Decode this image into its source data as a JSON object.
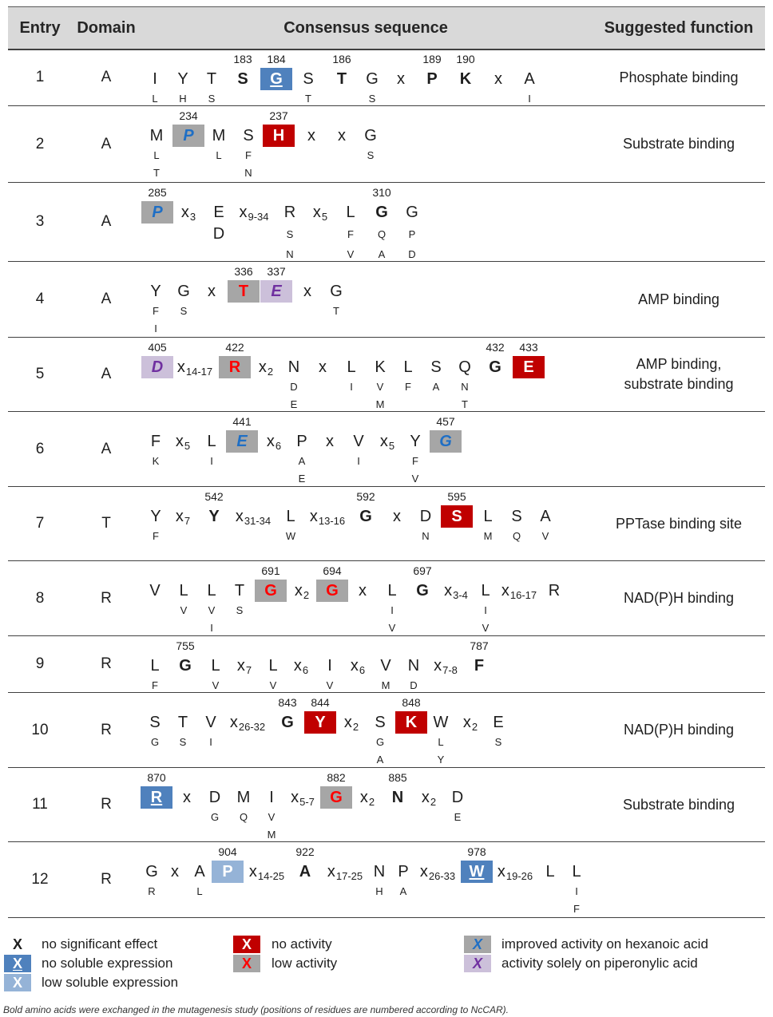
{
  "header": {
    "entry": "Entry",
    "domain": "Domain",
    "sequence": "Consensus sequence",
    "function": "Suggested function"
  },
  "rows": [
    {
      "entry": "1",
      "domain": "A",
      "function": [
        "Phosphate binding"
      ],
      "residues": [
        {
          "t": "I",
          "alt": [
            "L"
          ]
        },
        {
          "t": "Y",
          "alt": [
            "H"
          ]
        },
        {
          "t": "T",
          "alt": [
            "S"
          ]
        },
        {
          "t": "S",
          "pos": "183"
        },
        {
          "t": "G",
          "pos": "184",
          "mark": "no-soluble-expression"
        },
        {
          "t": "S",
          "alt": [
            "T"
          ]
        },
        {
          "t": "T",
          "pos": "186"
        },
        {
          "t": "G",
          "alt": [
            "S"
          ]
        },
        {
          "t": "x"
        },
        {
          "t": "P",
          "pos": "189"
        },
        {
          "t": "K",
          "pos": "190"
        },
        {
          "t": "x"
        },
        {
          "t": "A",
          "alt": [
            "I"
          ]
        }
      ]
    },
    {
      "entry": "2",
      "domain": "A",
      "function": [
        "Substrate binding"
      ],
      "residues": [
        {
          "t": "M",
          "alt": [
            "L",
            "T"
          ]
        },
        {
          "t": "P",
          "pos": "234",
          "mark": "improved-hexanoic"
        },
        {
          "t": "M",
          "alt": [
            "L"
          ]
        },
        {
          "t": "S",
          "alt": [
            "F",
            "N"
          ]
        },
        {
          "t": "H",
          "pos": "237",
          "mark": "no-activity"
        },
        {
          "t": "x"
        },
        {
          "t": "x"
        },
        {
          "t": "G",
          "alt": [
            "S"
          ]
        }
      ]
    },
    {
      "entry": "3",
      "domain": "A",
      "function": [],
      "residues": [
        {
          "t": "P",
          "pos": "285",
          "mark": "improved-hexanoic"
        },
        {
          "t": "x",
          "sub": "3"
        },
        {
          "t": "E",
          "alt": [
            "D"
          ]
        },
        {
          "t": "x",
          "sub": "9-34"
        },
        {
          "t": "R",
          "alt": [
            "S",
            "N"
          ]
        },
        {
          "t": "x",
          "sub": "5"
        },
        {
          "t": "L",
          "alt": [
            "F",
            "V"
          ]
        },
        {
          "t": "G",
          "pos": "310",
          "alt": [
            "Q",
            "A"
          ]
        },
        {
          "t": "G",
          "alt": [
            "P",
            "D"
          ]
        }
      ]
    },
    {
      "entry": "4",
      "domain": "A",
      "function": [
        "AMP binding"
      ],
      "residues": [
        {
          "t": "Y",
          "alt": [
            "F",
            "I"
          ]
        },
        {
          "t": "G",
          "alt": [
            "S"
          ]
        },
        {
          "t": "x"
        },
        {
          "t": "T",
          "pos": "336",
          "mark": "low-activity"
        },
        {
          "t": "E",
          "pos": "337",
          "mark": "piperonylic-only"
        },
        {
          "t": "x"
        },
        {
          "t": "G",
          "alt": [
            "T"
          ]
        }
      ]
    },
    {
      "entry": "5",
      "domain": "A",
      "function": [
        "AMP binding,",
        "substrate binding"
      ],
      "residues": [
        {
          "t": "D",
          "pos": "405",
          "mark": "piperonylic-only"
        },
        {
          "t": "x",
          "sub": "14-17"
        },
        {
          "t": "R",
          "pos": "422",
          "mark": "low-activity"
        },
        {
          "t": "x",
          "sub": "2"
        },
        {
          "t": "N",
          "alt": [
            "D",
            "E"
          ]
        },
        {
          "t": "x"
        },
        {
          "t": "L",
          "alt": [
            "I"
          ]
        },
        {
          "t": "K",
          "alt": [
            "V",
            "M"
          ]
        },
        {
          "t": "L",
          "alt": [
            "F"
          ]
        },
        {
          "t": "S",
          "alt": [
            "A"
          ]
        },
        {
          "t": "Q",
          "alt": [
            "N",
            "T"
          ]
        },
        {
          "t": "G",
          "pos": "432"
        },
        {
          "t": "E",
          "pos": "433",
          "mark": "no-activity"
        }
      ]
    },
    {
      "entry": "6",
      "domain": "A",
      "function": [],
      "residues": [
        {
          "t": "F",
          "alt": [
            "K"
          ]
        },
        {
          "t": "x",
          "sub": "5"
        },
        {
          "t": "L",
          "alt": [
            "I"
          ]
        },
        {
          "t": "E",
          "pos": "441",
          "mark": "improved-hexanoic"
        },
        {
          "t": "x",
          "sub": "6"
        },
        {
          "t": "P",
          "alt": [
            "A",
            "E"
          ]
        },
        {
          "t": "x"
        },
        {
          "t": "V",
          "alt": [
            "I"
          ]
        },
        {
          "t": "x",
          "sub": "5"
        },
        {
          "t": "Y",
          "alt": [
            "F",
            "V"
          ]
        },
        {
          "t": "G",
          "pos": "457",
          "mark": "improved-hexanoic"
        }
      ]
    },
    {
      "entry": "7",
      "domain": "T",
      "function": [
        "PPTase binding site"
      ],
      "residues": [
        {
          "t": "Y",
          "alt": [
            "F"
          ]
        },
        {
          "t": "x",
          "sub": "7"
        },
        {
          "t": "Y",
          "pos": "542"
        },
        {
          "t": "x",
          "sub": "31-34"
        },
        {
          "t": "L",
          "alt": [
            "W"
          ]
        },
        {
          "t": "x",
          "sub": "13-16"
        },
        {
          "t": "G",
          "pos": "592"
        },
        {
          "t": "x"
        },
        {
          "t": "D",
          "alt": [
            "N"
          ]
        },
        {
          "t": "S",
          "pos": "595",
          "mark": "no-activity"
        },
        {
          "t": "L",
          "alt": [
            "M"
          ]
        },
        {
          "t": "S",
          "alt": [
            "Q"
          ]
        },
        {
          "t": "A",
          "alt": [
            "V"
          ]
        }
      ]
    },
    {
      "entry": "8",
      "domain": "R",
      "function": [
        "NAD(P)H binding"
      ],
      "residues": [
        {
          "t": "V"
        },
        {
          "t": "L",
          "alt": [
            "V"
          ]
        },
        {
          "t": "L",
          "alt": [
            "V",
            "I"
          ]
        },
        {
          "t": "T",
          "alt": [
            "S"
          ]
        },
        {
          "t": "G",
          "pos": "691",
          "mark": "low-activity"
        },
        {
          "t": "x",
          "sub": "2"
        },
        {
          "t": "G",
          "pos": "694",
          "mark": "low-activity"
        },
        {
          "t": "x"
        },
        {
          "t": "L",
          "alt": [
            "I",
            "V"
          ]
        },
        {
          "t": "G",
          "pos": "697"
        },
        {
          "t": "x",
          "sub": "3-4"
        },
        {
          "t": "L",
          "alt": [
            "I",
            "V"
          ]
        },
        {
          "t": "x",
          "sub": "16-17"
        },
        {
          "t": "R"
        }
      ]
    },
    {
      "entry": "9",
      "domain": "R",
      "function": [],
      "residues": [
        {
          "t": "L",
          "alt": [
            "F"
          ]
        },
        {
          "t": "G",
          "pos": "755"
        },
        {
          "t": "L",
          "alt": [
            "V"
          ]
        },
        {
          "t": "x",
          "sub": "7"
        },
        {
          "t": "L",
          "alt": [
            "V"
          ]
        },
        {
          "t": "x",
          "sub": "6"
        },
        {
          "t": "I",
          "alt": [
            "V"
          ]
        },
        {
          "t": "x",
          "sub": "6"
        },
        {
          "t": "V",
          "alt": [
            "M"
          ]
        },
        {
          "t": "N",
          "alt": [
            "D"
          ]
        },
        {
          "t": "x",
          "sub": "7-8"
        },
        {
          "t": "F",
          "pos": "787"
        }
      ]
    },
    {
      "entry": "10",
      "domain": "R",
      "function": [
        "NAD(P)H binding"
      ],
      "residues": [
        {
          "t": "S",
          "alt": [
            "G"
          ]
        },
        {
          "t": "T",
          "alt": [
            "S"
          ]
        },
        {
          "t": "V",
          "alt": [
            "I"
          ]
        },
        {
          "t": "x",
          "sub": "26-32"
        },
        {
          "t": "G",
          "pos": "843"
        },
        {
          "t": "Y",
          "pos": "844",
          "mark": "no-activity"
        },
        {
          "t": "x",
          "sub": "2"
        },
        {
          "t": "S",
          "alt": [
            "G",
            "A"
          ]
        },
        {
          "t": "K",
          "pos": "848",
          "mark": "no-activity"
        },
        {
          "t": "W",
          "alt": [
            "L",
            "Y"
          ]
        },
        {
          "t": "x",
          "sub": "2"
        },
        {
          "t": "E",
          "alt": [
            "S"
          ]
        }
      ]
    },
    {
      "entry": "11",
      "domain": "R",
      "function": [
        "Substrate binding"
      ],
      "residues": [
        {
          "t": "R",
          "pos": "870",
          "mark": "no-soluble-expression"
        },
        {
          "t": "x"
        },
        {
          "t": "D",
          "alt": [
            "G"
          ]
        },
        {
          "t": "M",
          "alt": [
            "Q"
          ]
        },
        {
          "t": "I",
          "alt": [
            "V",
            "M"
          ]
        },
        {
          "t": "x",
          "sub": "5-7"
        },
        {
          "t": "G",
          "pos": "882",
          "mark": "low-activity"
        },
        {
          "t": "x",
          "sub": "2"
        },
        {
          "t": "N",
          "pos": "885"
        },
        {
          "t": "x",
          "sub": "2"
        },
        {
          "t": "D",
          "alt": [
            "E"
          ]
        }
      ]
    },
    {
      "entry": "12",
      "domain": "R",
      "function": [],
      "residues": [
        {
          "t": "G",
          "alt": [
            "R"
          ]
        },
        {
          "t": "x"
        },
        {
          "t": "A",
          "alt": [
            "L"
          ]
        },
        {
          "t": "P",
          "pos": "904",
          "mark": "low-soluble-expression"
        },
        {
          "t": "x",
          "sub": "14-25"
        },
        {
          "t": "A",
          "pos": "922"
        },
        {
          "t": "x",
          "sub": "17-25"
        },
        {
          "t": "N",
          "alt": [
            "H"
          ]
        },
        {
          "t": "P",
          "alt": [
            "A"
          ]
        },
        {
          "t": "x",
          "sub": "26-33"
        },
        {
          "t": "W",
          "pos": "978",
          "mark": "no-soluble-expression"
        },
        {
          "t": "x",
          "sub": "19-26"
        },
        {
          "t": "L"
        },
        {
          "t": "L",
          "alt": [
            "I",
            "F"
          ]
        }
      ]
    }
  ],
  "legend": [
    {
      "symbol": "X",
      "mark": "no-significant-effect",
      "label": "no significant effect"
    },
    {
      "symbol": "X",
      "mark": "no-soluble-expression",
      "label": "no soluble expression"
    },
    {
      "symbol": "X",
      "mark": "low-soluble-expression",
      "label": "low soluble expression"
    },
    {
      "symbol": "X",
      "mark": "no-activity",
      "label": "no activity"
    },
    {
      "symbol": "X",
      "mark": "low-activity",
      "label": "low activity"
    },
    {
      "symbol": "X",
      "mark": "improved-hexanoic",
      "label": "improved activity on hexanoic acid"
    },
    {
      "symbol": "X",
      "mark": "piperonylic-only",
      "label": "activity solely on piperonylic acid"
    }
  ],
  "colors": {
    "header_bg": "#d9d9d9",
    "no-soluble-expression": {
      "box": "#4f81bd",
      "text": "#ffffff"
    },
    "low-soluble-expression": {
      "box": "#95b3d7",
      "text": "#ffffff"
    },
    "no-activity": {
      "box": "#c00000",
      "text": "#ffffff"
    },
    "low-activity": {
      "box": "#a6a6a6",
      "text": "#ff0000"
    },
    "improved-hexanoic": {
      "box": "#a6a6a6",
      "text": "#1f6fc5"
    },
    "piperonylic-only": {
      "box": "#ccc0da",
      "text": "#7030a0"
    }
  },
  "caption": "Bold amino acids were exchanged in the mutagenesis study (positions of residues are numbered according to NcCAR)."
}
